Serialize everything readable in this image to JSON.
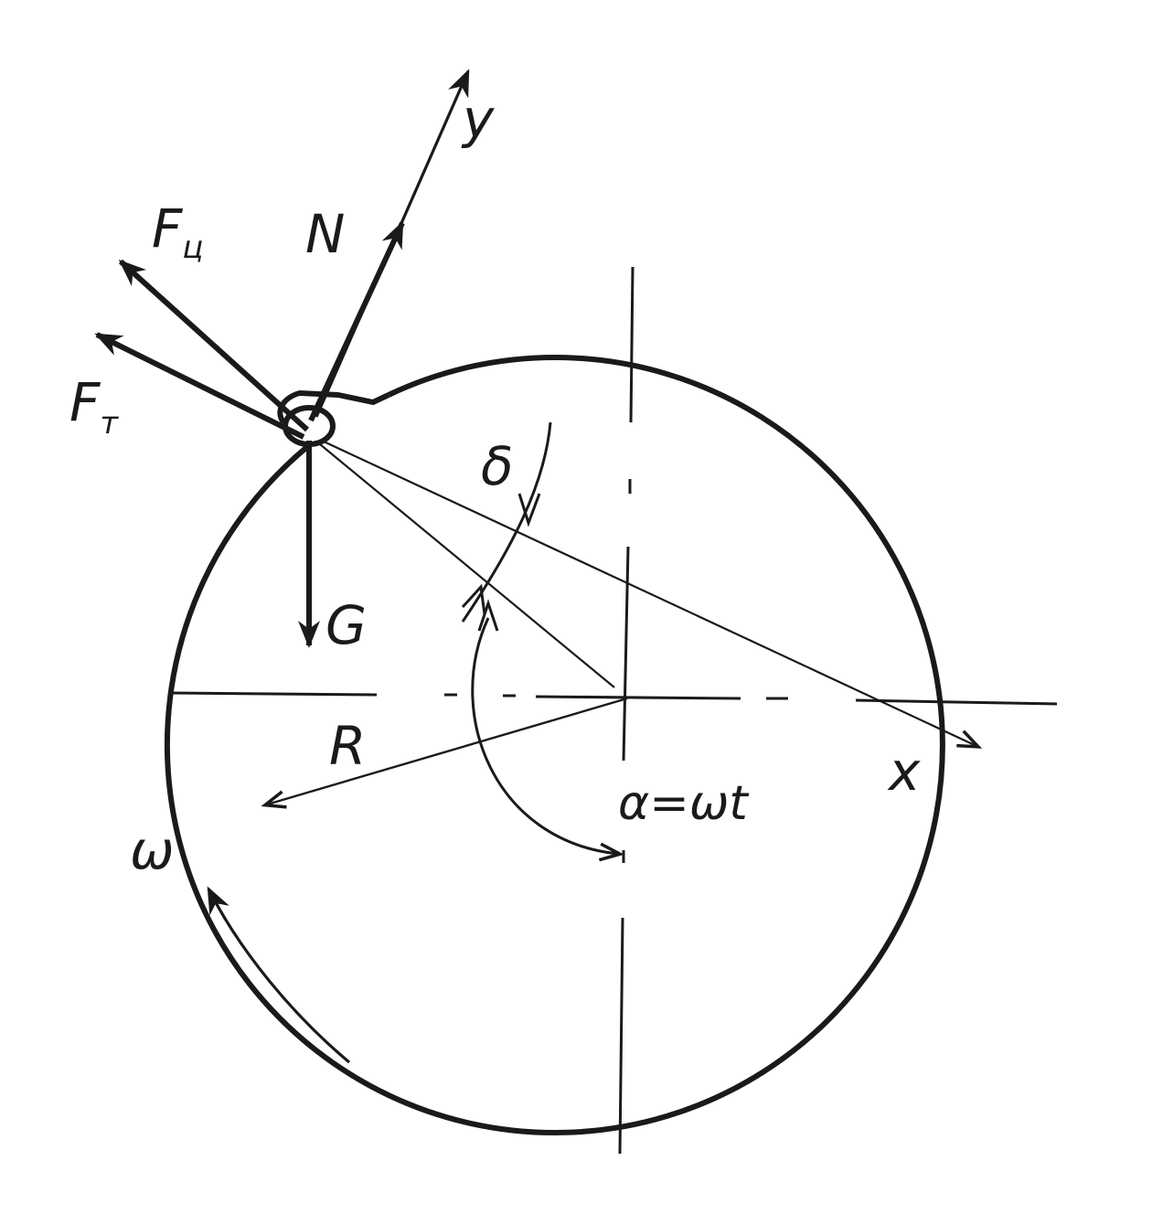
{
  "labels": {
    "y_axis": "y",
    "x_axis": "x",
    "normal_force": "N",
    "centrifugal_force_main": "F",
    "centrifugal_force_sub": "ц",
    "friction_force_main": "F",
    "friction_force_sub": "т",
    "gravity": "G",
    "radius": "R",
    "delta_angle": "δ",
    "rotation_angle": "α=ωt",
    "angular_velocity": "ω"
  },
  "colors": {
    "ink": "#1a1a1a",
    "background": "#ffffff"
  }
}
